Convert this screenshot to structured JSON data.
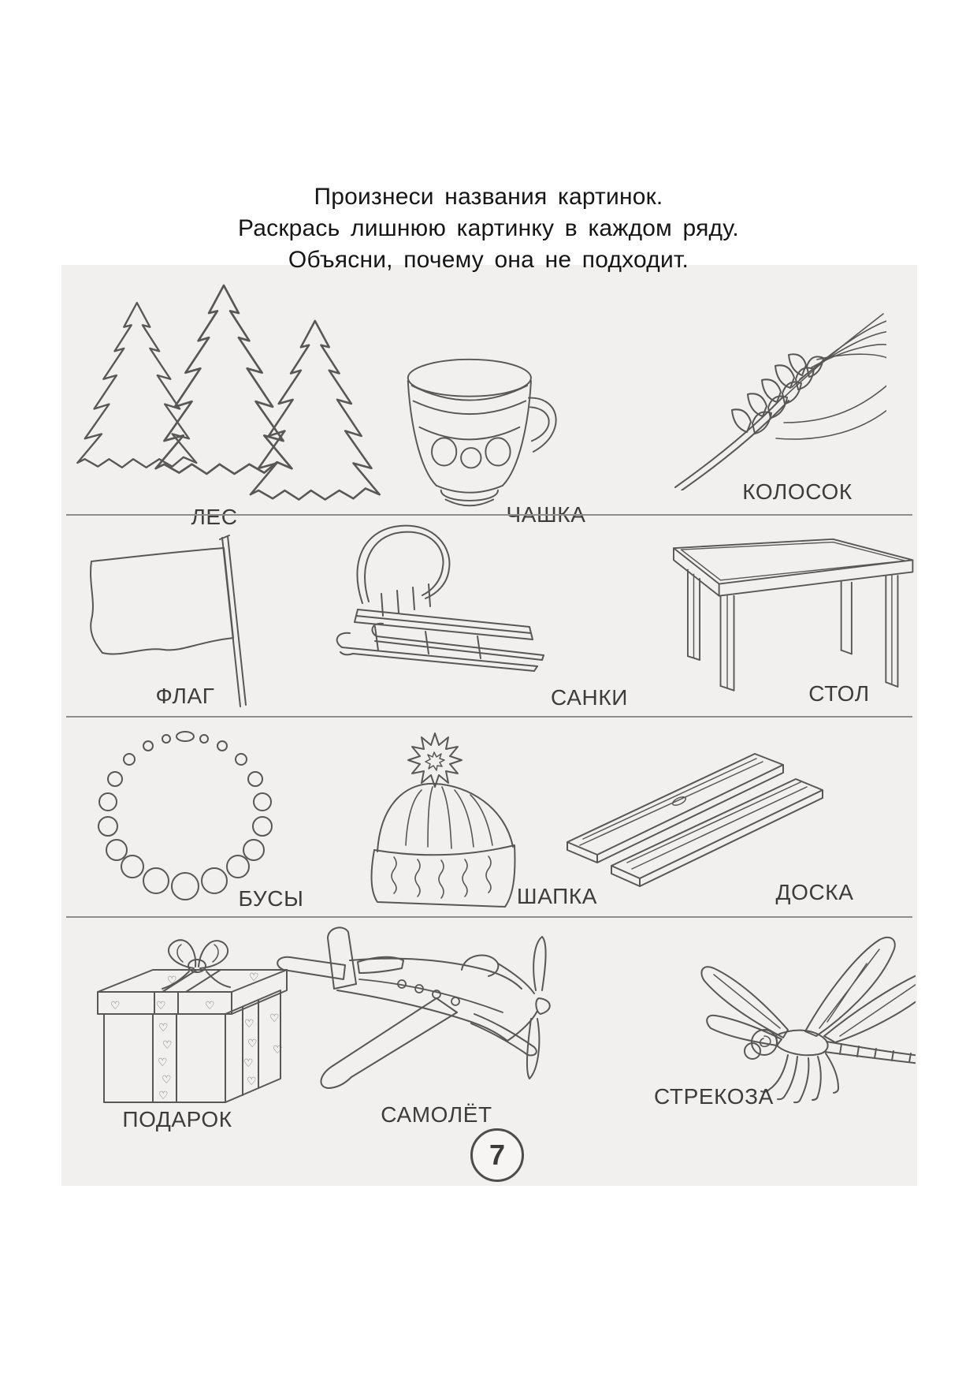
{
  "instructions": {
    "lines": [
      "Произнеси названия картинок.",
      "Раскрась лишнюю картинку в каждом ряду.",
      "Объясни, почему она не подходит."
    ]
  },
  "rows": [
    {
      "items": [
        {
          "label": "ЛЕС",
          "icon": "fir-trees-drawing"
        },
        {
          "label": "ЧАШКА",
          "icon": "cup-drawing"
        },
        {
          "label": "КОЛОСОК",
          "icon": "wheat-ear-drawing"
        }
      ]
    },
    {
      "items": [
        {
          "label": "ФЛАГ",
          "icon": "flag-drawing"
        },
        {
          "label": "САНКИ",
          "icon": "sled-drawing"
        },
        {
          "label": "СТОЛ",
          "icon": "table-drawing"
        }
      ]
    },
    {
      "items": [
        {
          "label": "БУСЫ",
          "icon": "beads-drawing"
        },
        {
          "label": "ШАПКА",
          "icon": "knit-hat-drawing"
        },
        {
          "label": "ДОСКА",
          "icon": "wooden-board-drawing"
        }
      ]
    },
    {
      "items": [
        {
          "label": "ПОДАРОК",
          "icon": "gift-box-drawing"
        },
        {
          "label": "САМОЛЁТ",
          "icon": "airplane-drawing"
        },
        {
          "label": "СТРЕКОЗА",
          "icon": "dragonfly-drawing"
        }
      ]
    }
  ],
  "footer": {
    "page_number": "7"
  },
  "colors": {
    "ink": "#575757",
    "text": "#161616",
    "label": "#3c3c3c",
    "paper_tint": "#f1f0ee",
    "divider": "#8d8d8d"
  }
}
